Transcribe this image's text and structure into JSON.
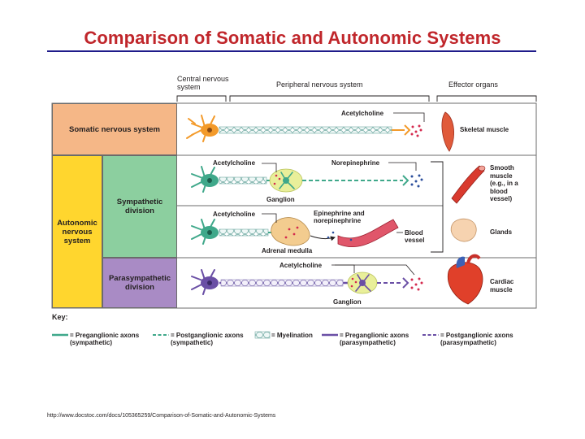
{
  "title": "Comparison of Somatic and Autonomic Systems",
  "headers": {
    "central": "Central nervous system",
    "peripheral": "Peripheral nervous system",
    "effector": "Effector organs"
  },
  "rows": {
    "somatic": "Somatic nervous system",
    "autonomic": "Autonomic nervous system",
    "sympathetic": "Sympathetic division",
    "parasympathetic": "Parasympathetic division"
  },
  "labels": {
    "ach_somatic": "Acetylcholine",
    "ach_symp": "Acetylcholine",
    "norepinephrine": "Norepinephrine",
    "ganglion_symp": "Ganglion",
    "ach_adrenal": "Acetylcholine",
    "epi_norepi": "Epinephrine and norepinephrine",
    "adrenal_medulla": "Adrenal medulla",
    "blood_vessel": "Blood vessel",
    "ach_para": "Acetylcholine",
    "ganglion_para": "Ganglion"
  },
  "effectors": {
    "skeletal": "Skeletal muscle",
    "smooth": "Smooth muscle (e.g., in a blood vessel)",
    "glands": "Glands",
    "cardiac": "Cardiac muscle"
  },
  "key": {
    "title": "Key:",
    "items": [
      {
        "label": "= Preganglionic axons (sympathetic)"
      },
      {
        "label": "= Postganglionic axons (sympathetic)"
      },
      {
        "label": "= Myelination"
      },
      {
        "label": "= Preganglionic axons (parasympathetic)"
      },
      {
        "label": "= Postganglionic axons (parasympathetic)"
      }
    ]
  },
  "source": "http://www.docstoc.com/docs/105365259/Comparison-of-Somatic-and-Autonomic-Systems",
  "colors": {
    "title": "#c0262b",
    "rule": "#1f1b8a",
    "somatic_cell": "#f5b787",
    "autonomic_cell": "#ffd62e",
    "sympathetic_cell": "#8ccf9f",
    "parasympathetic_cell": "#a98bc5",
    "sympathetic_axon": "#3fa88a",
    "parasympathetic_axon": "#6a4fa5",
    "somatic_neuron": "#f39a2a",
    "neurotransmitter": "#d42a4e"
  }
}
